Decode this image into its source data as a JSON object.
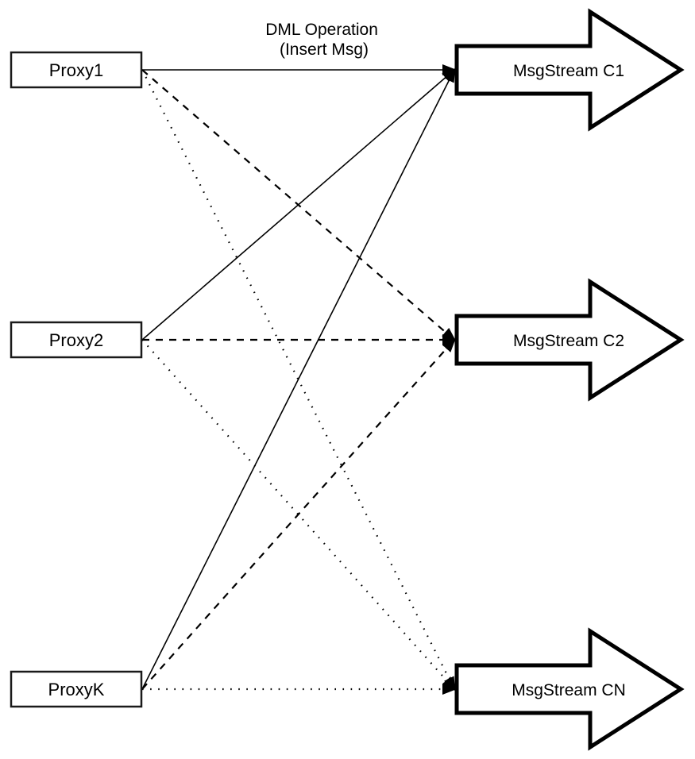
{
  "diagram": {
    "background_color": "#ffffff",
    "stroke_color": "#000000",
    "annotation": {
      "line1": "DML Operation",
      "line2": "(Insert Msg)"
    },
    "proxies": [
      {
        "id": "proxy1",
        "label": "Proxy1"
      },
      {
        "id": "proxy2",
        "label": "Proxy2"
      },
      {
        "id": "proxyk",
        "label": "ProxyK"
      }
    ],
    "streams": [
      {
        "id": "c1",
        "label": "MsgStream C1"
      },
      {
        "id": "c2",
        "label": "MsgStream C2"
      },
      {
        "id": "cn",
        "label": "MsgStream CN"
      }
    ],
    "edges": [
      {
        "from": "Proxy1",
        "to": "MsgStream C1",
        "style": "solid"
      },
      {
        "from": "Proxy1",
        "to": "MsgStream C2",
        "style": "dashed"
      },
      {
        "from": "Proxy1",
        "to": "MsgStream CN",
        "style": "dotted"
      },
      {
        "from": "Proxy2",
        "to": "MsgStream C1",
        "style": "solid"
      },
      {
        "from": "Proxy2",
        "to": "MsgStream C2",
        "style": "dashed"
      },
      {
        "from": "Proxy2",
        "to": "MsgStream CN",
        "style": "dotted"
      },
      {
        "from": "ProxyK",
        "to": "MsgStream C1",
        "style": "solid"
      },
      {
        "from": "ProxyK",
        "to": "MsgStream C2",
        "style": "dashed"
      },
      {
        "from": "ProxyK",
        "to": "MsgStream CN",
        "style": "dotted"
      }
    ]
  }
}
